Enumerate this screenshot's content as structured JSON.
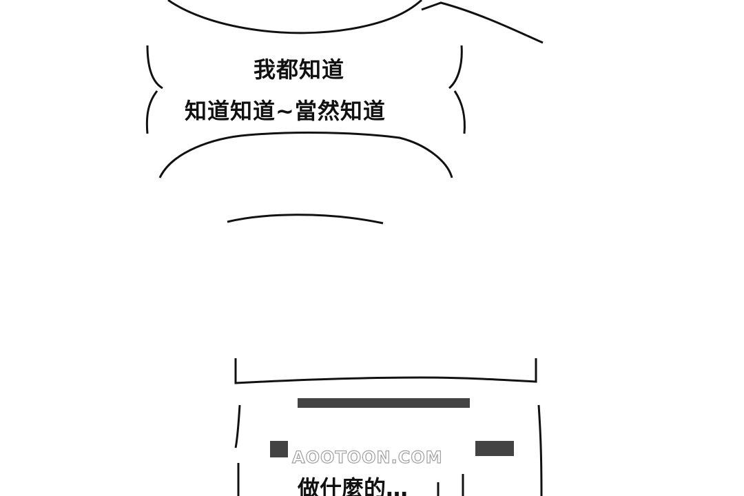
{
  "speech_bubble": {
    "line1": "我都知道",
    "line2": "知道知道~當然知道"
  },
  "narration_box": {
    "line3": "做什麼的…"
  },
  "watermark": {
    "text": "AOOTOON.COM"
  }
}
